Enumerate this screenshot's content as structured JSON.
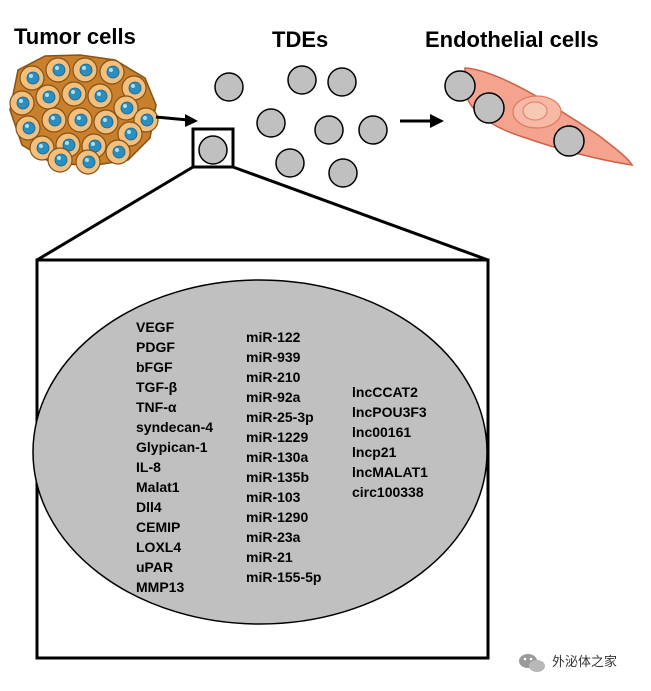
{
  "titles": {
    "tumor": "Tumor cells",
    "tdes": "TDEs",
    "endothelial": "Endothelial cells"
  },
  "cargo": {
    "proteins": [
      "VEGF",
      "PDGF",
      "bFGF",
      "TGF-β",
      "TNF-α",
      "syndecan-4",
      "Glypican-1",
      "IL-8",
      "Malat1",
      "Dll4",
      "CEMIP",
      "LOXL4",
      "uPAR",
      "MMP13"
    ],
    "mirnas": [
      "miR-122",
      "miR-939",
      "miR-210",
      "miR-92a",
      "miR-25-3p",
      "miR-1229",
      "miR-130a",
      "miR-135b",
      "miR-103",
      "miR-1290",
      "miR-23a",
      "miR-21",
      "miR-155-5p"
    ],
    "lncrnas": [
      "lncCCAT2",
      "lncPOU3F3",
      "lnc00161",
      "lncp21",
      "lncMALAT1",
      "circ100338"
    ]
  },
  "watermark": "外泌体之家",
  "colors": {
    "vesicle": "#c0c0c0",
    "endothelial": "#f4a48e",
    "tumor_cell": "#e0a050",
    "tumor_nucleus": "#2a8fc0"
  }
}
